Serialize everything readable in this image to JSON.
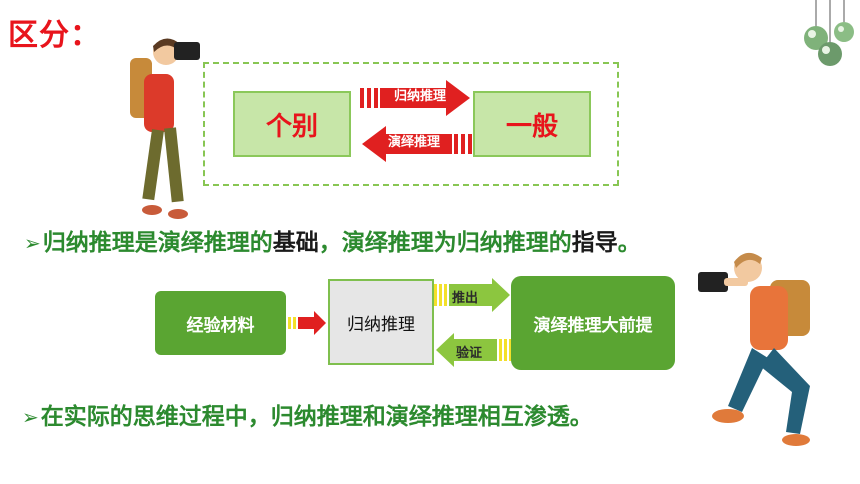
{
  "title": "区分：",
  "top_diagram": {
    "left_node": "个别",
    "right_node": "一般",
    "arrow_right_label": "归纳推理",
    "arrow_left_label": "演绎推理"
  },
  "bullet1": {
    "part1": "归纳推理是演绎推理的",
    "part2": "基础",
    "part3": "，演绎推理为归纳推理的",
    "part4": "指导",
    "part5": "。"
  },
  "flow": {
    "box1": "经验材料",
    "box2": "归纳推理",
    "box3": "演绎推理大前提",
    "arrow_top_label": "推出",
    "arrow_bottom_label": "验证"
  },
  "bullet2": "在实际的思维过程中，归纳推理和演绎推理相互渗透。",
  "colors": {
    "title_red": "#e8141c",
    "green_text": "#2c8a2f",
    "box_green": "#5aa532",
    "light_green": "#c7e6a8",
    "arrow_red": "#e02020",
    "arrow_yellow": "#f3e02a"
  },
  "icons": [
    "photographer-left",
    "photographer-right",
    "hanging-lamps"
  ]
}
